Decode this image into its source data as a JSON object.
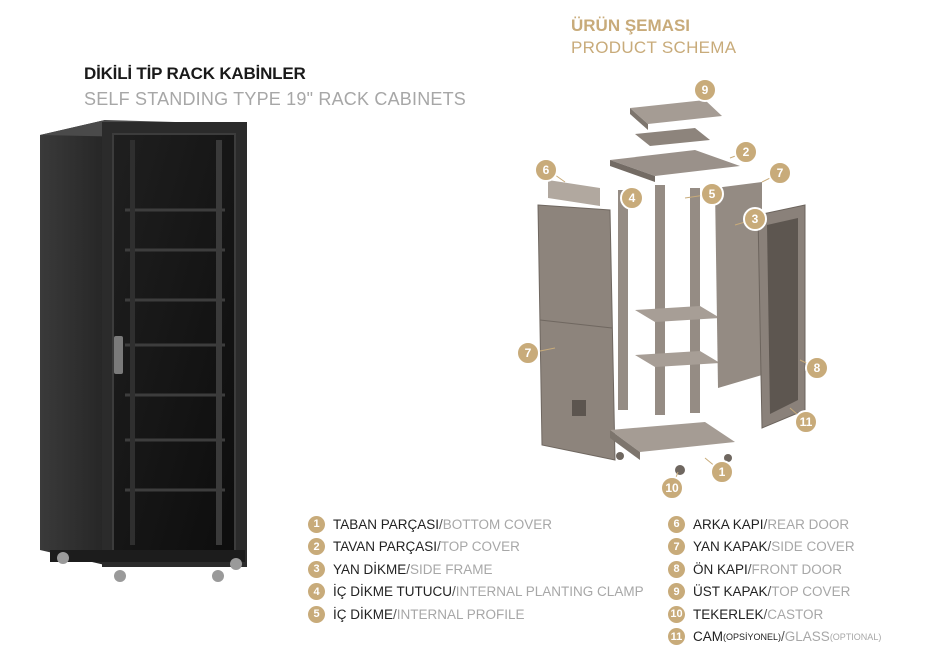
{
  "header": {
    "title_tr": "DİKİLİ TİP RACK KABİNLER",
    "title_en": "SELF STANDING TYPE 19\" RACK CABINETS",
    "schema_tr": "ÜRÜN ŞEMASI",
    "schema_en": "PRODUCT SCHEMA"
  },
  "colors": {
    "accent": "#c8ab7a",
    "cabinet": "#2e2e2e",
    "schema_body": "#8d847c"
  },
  "callouts": [
    "9",
    "2",
    "6",
    "4",
    "5",
    "7",
    "3",
    "7",
    "8",
    "11",
    "1",
    "10"
  ],
  "legend_left": [
    {
      "num": "1",
      "tr": "TABAN PARÇASI",
      "sep": " / ",
      "en": "BOTTOM COVER"
    },
    {
      "num": "2",
      "tr": "TAVAN PARÇASI",
      "sep": " / ",
      "en": "TOP COVER"
    },
    {
      "num": "3",
      "tr": "YAN DİKME",
      "sep": " / ",
      "en": "SIDE FRAME"
    },
    {
      "num": "4",
      "tr": "İÇ DİKME TUTUCU",
      "sep": " / ",
      "en": "INTERNAL PLANTING CLAMP"
    },
    {
      "num": "5",
      "tr": "İÇ DİKME",
      "sep": " / ",
      "en": "INTERNAL PROFILE"
    }
  ],
  "legend_right": [
    {
      "num": "6",
      "tr": "ARKA KAPI",
      "sep": " / ",
      "en": "REAR DOOR"
    },
    {
      "num": "7",
      "tr": "YAN KAPAK",
      "sep": " / ",
      "en": "SIDE COVER"
    },
    {
      "num": "8",
      "tr": "ÖN KAPI",
      "sep": " / ",
      "en": "FRONT DOOR"
    },
    {
      "num": "9",
      "tr": "ÜST KAPAK",
      "sep": " / ",
      "en": "TOP COVER"
    },
    {
      "num": "10",
      "tr": "TEKERLEK",
      "sep": " / ",
      "en": "CASTOR"
    }
  ],
  "legend_glass": {
    "num": "11",
    "tr": "CAM",
    "tr_small": " (OPSİYONEL)",
    "sep": " / ",
    "en": "GLASS",
    "en_small": " (OPTIONAL)"
  }
}
